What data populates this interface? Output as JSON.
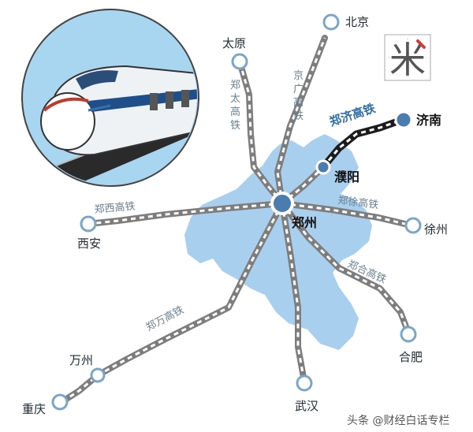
{
  "colors": {
    "province": "#a9cfee",
    "rail": "#7d7d7d",
    "rail_dash": "#ffffff",
    "highlight_rail": "#1c1c1c",
    "highlight_label": "#2f6fa8",
    "node_fill": "#ffffff",
    "node_stroke": "#7aa6c8",
    "hub_fill": "#4a7cb0",
    "hub_stroke": "#ffffff",
    "inset_circle": "#a8d5f0"
  },
  "cities": {
    "zhengzhou": "郑州",
    "beijing": "北京",
    "taiyuan": "太原",
    "jinan": "济南",
    "puyang": "濮阳",
    "xian": "西安",
    "xuzhou": "徐州",
    "hefei": "合肥",
    "wuhan": "武汉",
    "wanzhou": "万州",
    "chongqing": "重庆"
  },
  "lines": {
    "zhengji": "郑济高铁",
    "zhengxi": "郑西高铁",
    "zhengxu": "郑徐高铁",
    "zhenghe": "郑合高铁",
    "zhengwan": "郑万高铁",
    "zhengtai": "郑太高铁",
    "jingguang": "京广高铁"
  },
  "logo_char": "米",
  "watermark": "头条 @财经白话专栏",
  "icons": [
    "train-icon",
    "logo-icon"
  ]
}
